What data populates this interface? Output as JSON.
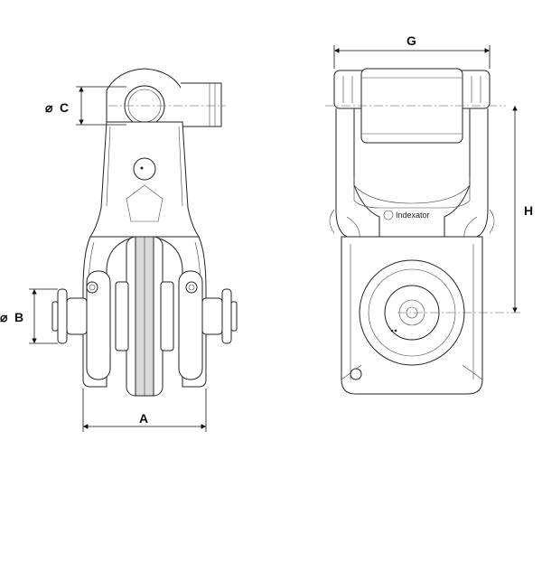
{
  "dimensions": {
    "a_label": "A",
    "b_label": "B",
    "c_label": "C",
    "g_label": "G",
    "h_label": "H",
    "diameter_symbol": "⌀"
  },
  "branding": {
    "logo_text": "Indexator"
  }
}
